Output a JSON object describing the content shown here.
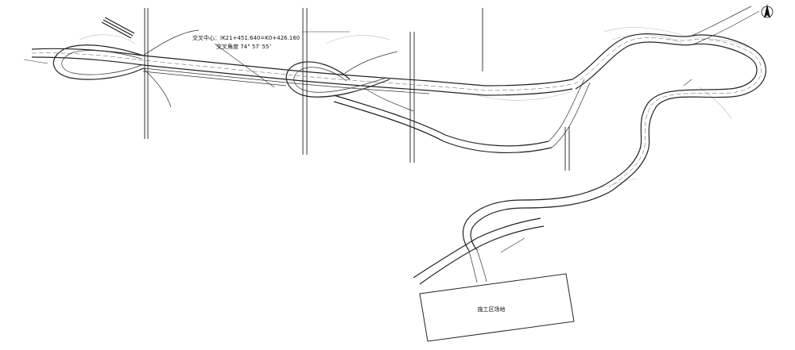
{
  "annotation": {
    "line1": "交叉中心：IK21+451.640=K0+426.160",
    "line2": "交叉角度 74° 57′ 55″"
  },
  "labels": {
    "site": "施工区场地"
  },
  "colors": {
    "ink": "#222222",
    "terrain": "#bbbbbb",
    "background": "#ffffff"
  },
  "icons": {
    "north_arrow": "north-arrow-icon"
  }
}
